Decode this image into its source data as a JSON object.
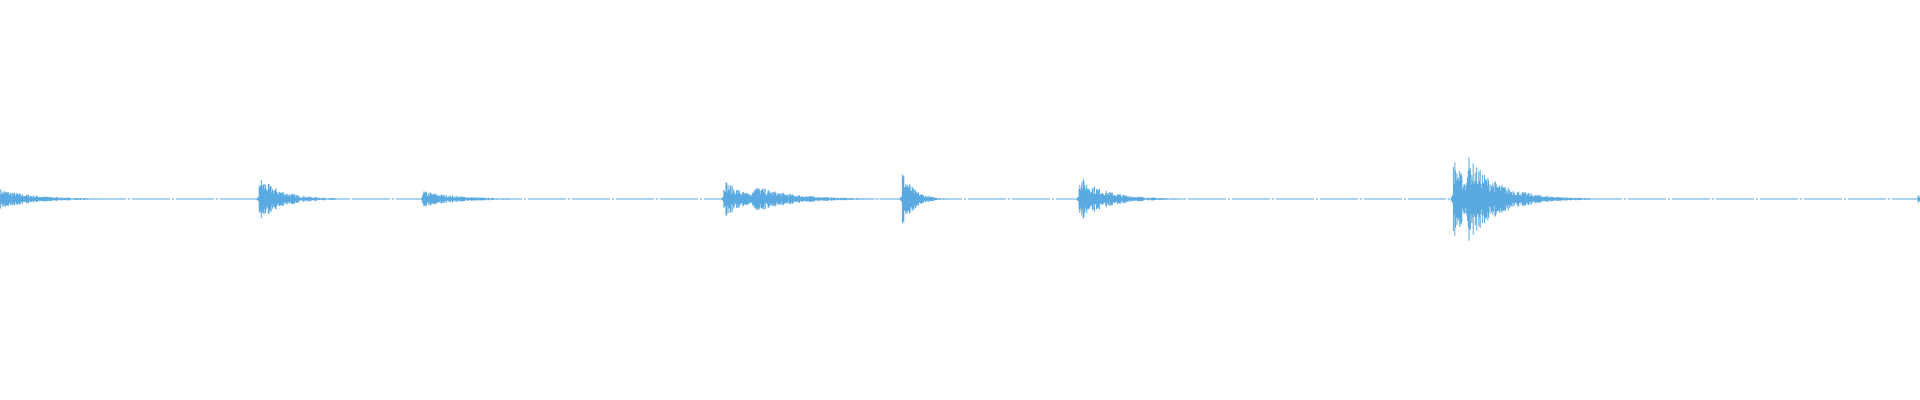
{
  "waveform": {
    "color": "#5aa9e0",
    "background": "#ffffff",
    "baseline_style": "dash-dot",
    "bursts": [
      {
        "time": 0.0,
        "amplitude": 0.22,
        "decay": 0.018
      },
      {
        "time": 0.135,
        "amplitude": 0.48,
        "decay": 0.012
      },
      {
        "time": 0.22,
        "amplitude": 0.18,
        "decay": 0.018
      },
      {
        "time": 0.377,
        "amplitude": 0.44,
        "decay": 0.01
      },
      {
        "time": 0.392,
        "amplitude": 0.3,
        "decay": 0.02
      },
      {
        "time": 0.47,
        "amplitude": 0.62,
        "decay": 0.006
      },
      {
        "time": 0.562,
        "amplitude": 0.5,
        "decay": 0.014
      },
      {
        "time": 0.757,
        "amplitude": 0.92,
        "decay": 0.008
      },
      {
        "time": 0.764,
        "amplitude": 0.96,
        "decay": 0.016
      },
      {
        "time": 0.999,
        "amplitude": 0.1,
        "decay": 0.002
      }
    ]
  }
}
